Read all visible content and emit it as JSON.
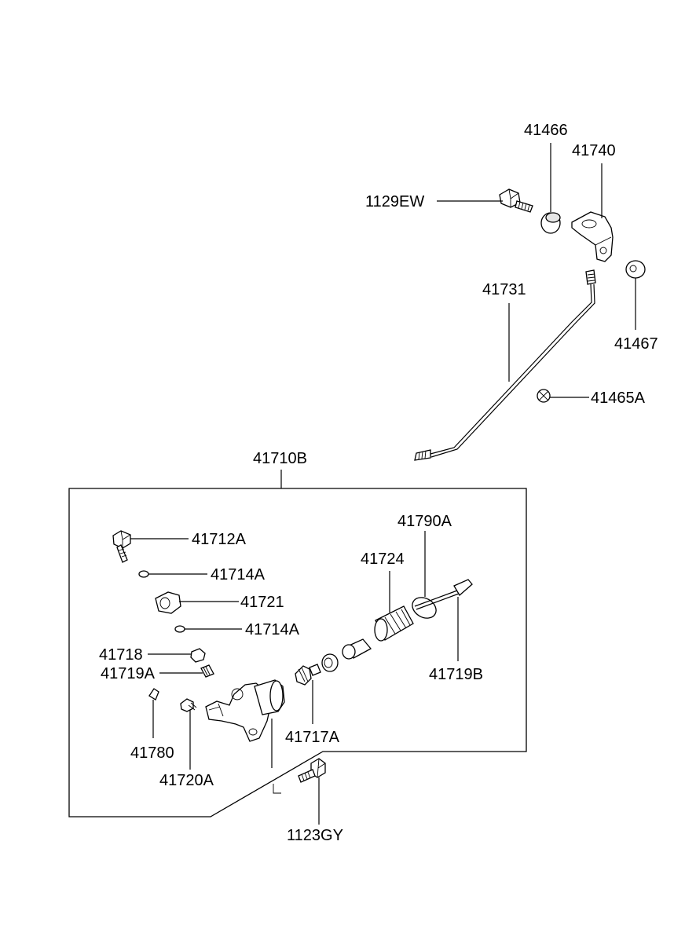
{
  "labels": {
    "p41466": "41466",
    "p41740": "41740",
    "p1129EW": "1129EW",
    "p41731": "41731",
    "p41467": "41467",
    "p41465A": "41465A",
    "p41710B": "41710B",
    "p41712A": "41712A",
    "p41714A_1": "41714A",
    "p41721": "41721",
    "p41714A_2": "41714A",
    "p41718": "41718",
    "p41719A": "41719A",
    "p41780": "41780",
    "p41720A": "41720A",
    "p41717A": "41717A",
    "p41724": "41724",
    "p41790A": "41790A",
    "p41719B": "41719B",
    "p1123GY": "1123GY"
  }
}
